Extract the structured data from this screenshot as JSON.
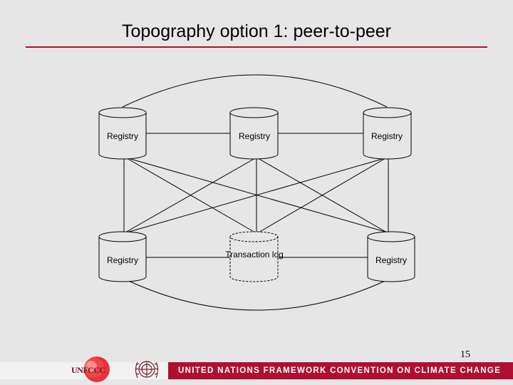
{
  "slide": {
    "title": "Topography option 1: peer-to-peer",
    "page_number": "15"
  },
  "diagram": {
    "nodes": [
      {
        "id": "registry-top-left",
        "label": "Registry",
        "style": "solid"
      },
      {
        "id": "registry-top-center",
        "label": "Registry",
        "style": "solid"
      },
      {
        "id": "registry-top-right",
        "label": "Registry",
        "style": "solid"
      },
      {
        "id": "registry-bottom-left",
        "label": "Registry",
        "style": "solid"
      },
      {
        "id": "transaction-log",
        "label": "Transaction log",
        "style": "dashed"
      },
      {
        "id": "registry-bottom-right",
        "label": "Registry",
        "style": "solid"
      }
    ],
    "connection_style": "full-mesh"
  },
  "footer": {
    "banner_text": "UNITED NATIONS FRAMEWORK CONVENTION ON CLIMATE CHANGE",
    "logo_text": "UNFCCC",
    "accent_color": "#b01030",
    "logo_color": "#e8101a"
  }
}
